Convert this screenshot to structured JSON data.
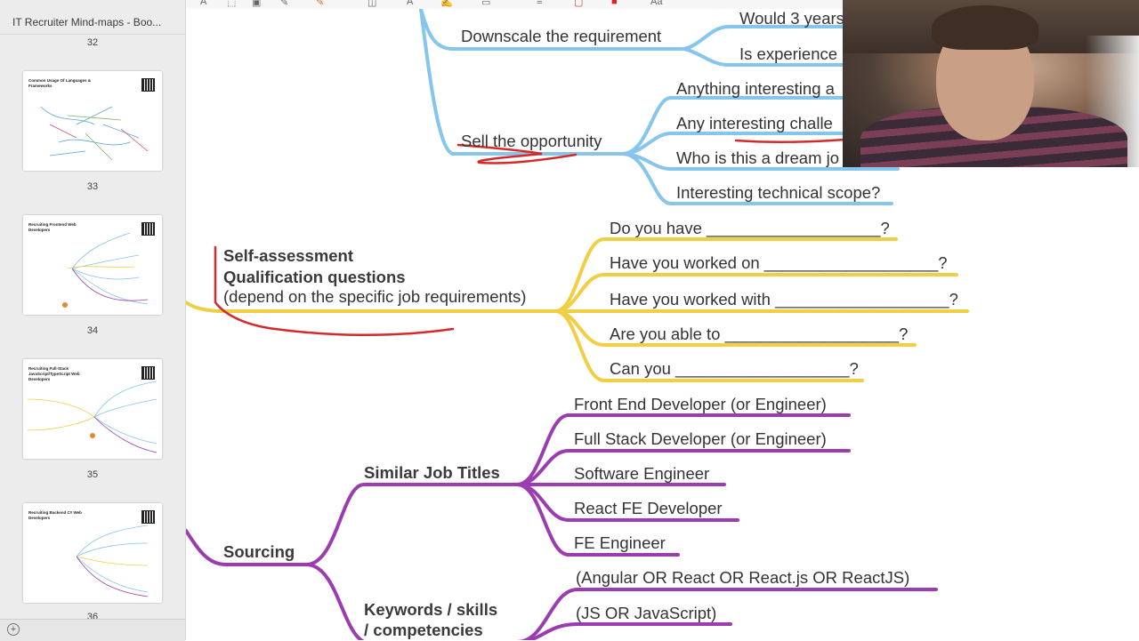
{
  "sidebar": {
    "title": "IT Recruiter Mind-maps - Boo...",
    "pages": [
      {
        "number_above": "32",
        "thumb_title": "Common Usage Of Languages & Frameworks"
      },
      {
        "number_above": "33",
        "thumb_title": "Recruiting Frontend Web Developers"
      },
      {
        "number_above": "34",
        "thumb_title": "Recruiting Full-Stack JavaScript/TypeScript Web Developers"
      },
      {
        "number_above": "35",
        "thumb_title": "Recruiting Backend C# Web Developers"
      }
    ],
    "last_number": "36"
  },
  "toolbar": {
    "icons": [
      "text-size-icon",
      "select-icon",
      "redact-icon",
      "markup-icon",
      "highlight-icon",
      "shapes-icon",
      "textbox-icon",
      "sign-icon",
      "note-icon",
      "line-style-icon",
      "border-color-icon",
      "fill-color-icon",
      "font-icon"
    ]
  },
  "colors": {
    "blue": "#86c5ec",
    "yellow": "#f0cf45",
    "purple": "#9b3db1",
    "red": "#d42a2a"
  },
  "mindmap": {
    "blue": {
      "downscale": "Downscale the requirement",
      "would3": "Would 3 years",
      "experience": "Is experience",
      "sell": "Sell the opportunity",
      "anything": "Anything interesting a",
      "challenge": "Any interesting challe",
      "dream": "Who is this a dream jo",
      "scope": "Interesting technical scope?"
    },
    "self": {
      "line1": "Self-assessment",
      "line2": "Qualification questions",
      "line3": "(depend on the specific job requirements)",
      "q1": "Do you have ___________________?",
      "q2": "Have you worked on ___________________?",
      "q3": "Have you worked with ___________________?",
      "q4": "Are you able to ___________________?",
      "q5": "Can you ___________________?"
    },
    "sourcing": {
      "label": "Sourcing",
      "similar": "Similar Job Titles",
      "titles": [
        "Front End Developer (or Engineer)",
        "Full Stack Developer (or Engineer)",
        "Software Engineer",
        "React FE Developer",
        "FE Engineer"
      ],
      "keywords_line1": "Keywords / skills",
      "keywords_line2": "/ competencies",
      "keywords": [
        "(Angular OR React OR React.js OR ReactJS)",
        "(JS OR JavaScript)"
      ]
    }
  }
}
